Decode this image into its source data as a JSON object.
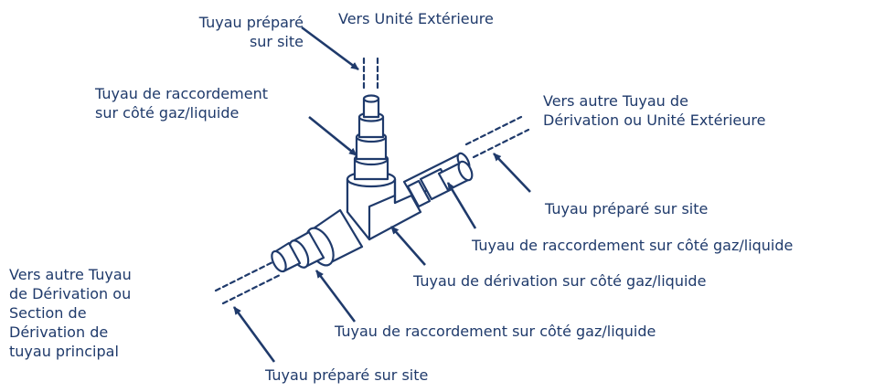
{
  "colors": {
    "line": "#1f3a6b",
    "fill": "#ffffff"
  },
  "labels": {
    "field_pipe_top": [
      "Tuyau préparé",
      "sur site"
    ],
    "to_outdoor_unit": "Vers Unité Extérieure",
    "connecting_pipe_top": [
      "Tuyau de raccordement",
      "sur côté gaz/liquide"
    ],
    "to_other_branch_right": [
      "Vers autre Tuyau de",
      "Dérivation ou Unité Extérieure"
    ],
    "field_pipe_right": "Tuyau préparé sur site",
    "connecting_pipe_right": "Tuyau de raccordement sur côté gaz/liquide",
    "branch_pipe": "Tuyau de dérivation sur côté gaz/liquide",
    "connecting_pipe_bottom": "Tuyau de raccordement sur côté gaz/liquide",
    "to_other_branch_left": [
      "Vers autre Tuyau",
      "de Dérivation ou",
      "Section de",
      "Dérivation de",
      "tuyau principal"
    ],
    "field_pipe_bottom": "Tuyau préparé sur site"
  }
}
